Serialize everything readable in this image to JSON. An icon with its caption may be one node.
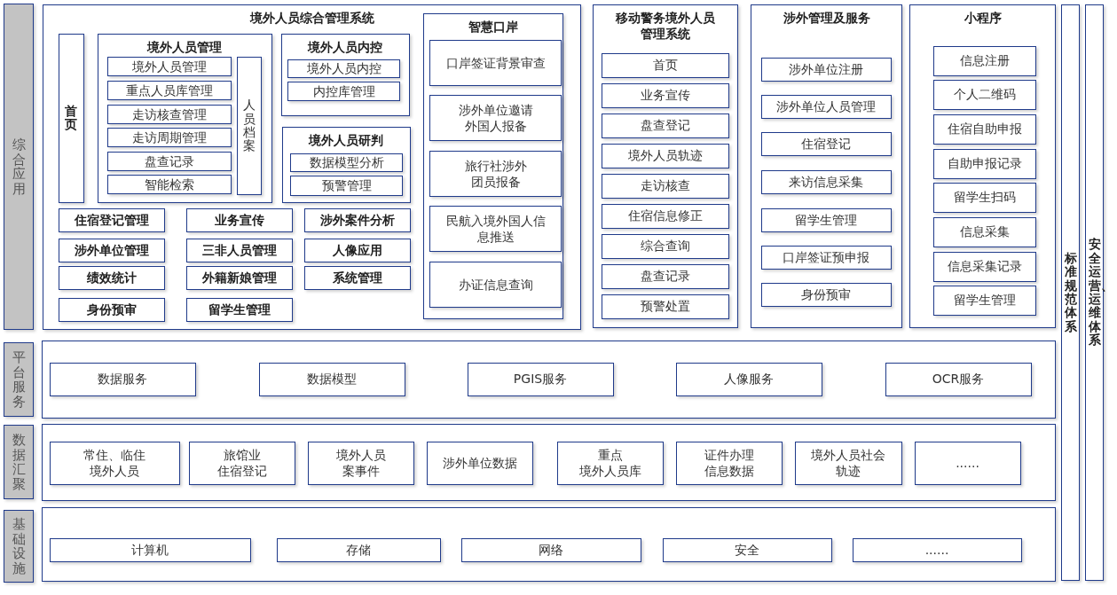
{
  "diagram": {
    "nodes": [
      {
        "text": [
          "综合应用"
        ]
      },
      {
        "text": [
          "境外人员综合管理系统"
        ]
      },
      {
        "text": [
          "首页"
        ],
        "in": 1
      },
      {
        "text": [
          "境外人员管理"
        ],
        "in": 1
      },
      {
        "text": [
          "境外人员管理"
        ],
        "in": 3
      },
      {
        "text": [
          "重点人员库管理"
        ],
        "in": 3
      },
      {
        "text": [
          "走访核查管理"
        ],
        "in": 3
      },
      {
        "text": [
          "走访周期管理"
        ],
        "in": 3
      },
      {
        "text": [
          "盘查记录"
        ],
        "in": 3
      },
      {
        "text": [
          "智能检索"
        ],
        "in": 3
      },
      {
        "text": [
          "人员档案"
        ],
        "in": 3
      },
      {
        "text": [
          "境外人员内控"
        ],
        "in": 1
      },
      {
        "text": [
          "境外人员内控"
        ],
        "in": 11
      },
      {
        "text": [
          "内控库管理"
        ],
        "in": 11
      },
      {
        "text": [
          "境外人员研判"
        ],
        "in": 1
      },
      {
        "text": [
          "数据模型分析"
        ],
        "in": 14
      },
      {
        "text": [
          "预警管理"
        ],
        "in": 14
      },
      {
        "text": [
          "住宿登记管理"
        ],
        "in": 1
      },
      {
        "text": [
          "业务宣传"
        ],
        "in": 1
      },
      {
        "text": [
          "涉外案件分析"
        ],
        "in": 1
      },
      {
        "text": [
          "涉外单位管理"
        ],
        "in": 1
      },
      {
        "text": [
          "三非人员管理"
        ],
        "in": 1
      },
      {
        "text": [
          "人像应用"
        ],
        "in": 1
      },
      {
        "text": [
          "绩效统计"
        ],
        "in": 1
      },
      {
        "text": [
          "外籍新娘管理"
        ],
        "in": 1
      },
      {
        "text": [
          "系统管理"
        ],
        "in": 1
      },
      {
        "text": [
          "身份预审"
        ],
        "in": 1
      },
      {
        "text": [
          "留学生管理"
        ],
        "in": 1
      },
      {
        "text": [
          "智慧口岸"
        ],
        "in": 1
      },
      {
        "text": [
          "口岸签证背景审查"
        ],
        "in": 28
      },
      {
        "text": [
          "涉外单位邀请外国人报备"
        ],
        "in": 28
      },
      {
        "text": [
          "旅行社涉外团员报备"
        ],
        "in": 28
      },
      {
        "text": [
          "民航入境外国人信息推送"
        ],
        "in": 28
      },
      {
        "text": [
          "办证信息查询"
        ],
        "in": 28
      },
      {
        "text": [
          "移动警务境外人员管理系统"
        ]
      },
      {
        "text": [
          "首页"
        ],
        "in": 34
      },
      {
        "text": [
          "业务宣传"
        ],
        "in": 34
      },
      {
        "text": [
          "盘查登记"
        ],
        "in": 34
      },
      {
        "text": [
          "境外人员轨迹"
        ],
        "in": 34
      },
      {
        "text": [
          "走访核查"
        ],
        "in": 34
      },
      {
        "text": [
          "住宿信息修正"
        ],
        "in": 34
      },
      {
        "text": [
          "综合查询"
        ],
        "in": 34
      },
      {
        "text": [
          "盘查记录"
        ],
        "in": 34
      },
      {
        "text": [
          "预警处置"
        ],
        "in": 34
      },
      {
        "text": [
          "涉外管理及服务"
        ]
      },
      {
        "text": [
          "涉外单位注册"
        ],
        "in": 44
      },
      {
        "text": [
          "涉外单位人员管理"
        ],
        "in": 44
      },
      {
        "text": [
          "住宿登记"
        ],
        "in": 44
      },
      {
        "text": [
          "来访信息采集"
        ],
        "in": 44
      },
      {
        "text": [
          "留学生管理"
        ],
        "in": 44
      },
      {
        "text": [
          "口岸签证预申报"
        ],
        "in": 44
      },
      {
        "text": [
          "身份预审"
        ],
        "in": 44
      },
      {
        "text": [
          "小程序"
        ]
      },
      {
        "text": [
          "信息注册"
        ],
        "in": 52
      },
      {
        "text": [
          "个人二维码"
        ],
        "in": 52
      },
      {
        "text": [
          "住宿自助申报"
        ],
        "in": 52
      },
      {
        "text": [
          "自助申报记录"
        ],
        "in": 52
      },
      {
        "text": [
          "留学生扫码"
        ],
        "in": 52
      },
      {
        "text": [
          "信息采集"
        ],
        "in": 52
      },
      {
        "text": [
          "信息采集记录"
        ],
        "in": 52
      },
      {
        "text": [
          "留学生管理"
        ],
        "in": 52
      },
      {
        "text": [
          "标准规范体系"
        ]
      },
      {
        "text": [
          "安全运营、运维体系"
        ]
      },
      {
        "text": [
          "平台服务"
        ]
      },
      {
        "text": [],
        "shape": "box"
      },
      {
        "text": [
          "数据服务"
        ],
        "in": 64
      },
      {
        "text": [
          "数据模型"
        ],
        "in": 64
      },
      {
        "text": [
          "PGIS服务"
        ],
        "in": 64
      },
      {
        "text": [
          "人像服务"
        ],
        "in": 64
      },
      {
        "text": [
          "OCR服务"
        ],
        "in": 64
      },
      {
        "text": [
          "数据汇聚"
        ]
      },
      {
        "text": [],
        "shape": "box"
      },
      {
        "text": [
          "常住、临住境外人员"
        ],
        "in": 71
      },
      {
        "text": [
          "旅馆业住宿登记"
        ],
        "in": 71
      },
      {
        "text": [
          "境外人员案事件"
        ],
        "in": 71
      },
      {
        "text": [
          "涉外单位数据"
        ],
        "in": 71
      },
      {
        "text": [
          "重点境外人员库"
        ],
        "in": 71
      },
      {
        "text": [
          "证件办理信息数据"
        ],
        "in": 71
      },
      {
        "text": [
          "境外人员社会轨迹"
        ],
        "in": 71
      },
      {
        "text": [
          "......"
        ],
        "in": 71
      },
      {
        "text": [
          "基础设施"
        ]
      },
      {
        "text": [],
        "shape": "box"
      },
      {
        "text": [
          "计算机"
        ],
        "in": 81
      },
      {
        "text": [
          "存储"
        ],
        "in": 81
      },
      {
        "text": [
          "网络"
        ],
        "in": 81
      },
      {
        "text": [
          "安全"
        ],
        "in": 81
      },
      {
        "text": [
          "......"
        ],
        "in": 81
      }
    ]
  }
}
